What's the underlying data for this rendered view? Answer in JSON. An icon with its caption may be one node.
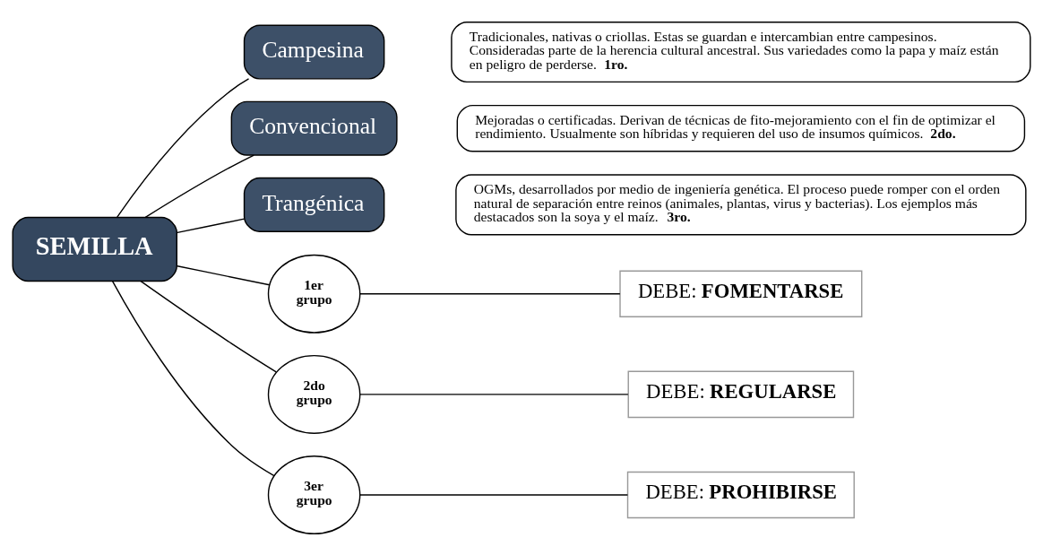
{
  "diagram": {
    "nodes": [
      {
        "text": [
          "SEMILLA"
        ]
      },
      {
        "text": [
          "Campesina"
        ]
      },
      {
        "text": [
          "Convencional"
        ]
      },
      {
        "text": [
          "Trangénica"
        ]
      },
      {
        "text": [
          "Tradicionales, nativas o criollas. Estas se guardan e intercambian entre campesinos. Consideradas parte de la herencia cultural ancestral. Sus variedades como la papa y maíz están en peligro de perderse. **1ro.**"
        ]
      },
      {
        "text": [
          "Mejoradas o certificadas. Derivan de técnicas de fito-mejoramiento con el fin de optimizar el rendimiento. Usualmente son híbridas y requieren del uso de insumos químicos. **2do.**"
        ]
      },
      {
        "text": [
          "OGMs, desarrollados por medio de ingeniería genética. El proceso puede romper con el orden natural de separación entre reinos (animales, plantas, virus y bacterias). Los ejemplos más destacados son la soya y el maíz. **3ro.**"
        ]
      },
      {
        "text": [
          "1er grupo"
        ]
      },
      {
        "text": [
          "2do grupo"
        ]
      },
      {
        "text": [
          "3er grupo"
        ]
      },
      {
        "text": [
          "DEBE: **FOMENTARSE**"
        ]
      },
      {
        "text": [
          "DEBE: **REGULARSE**"
        ]
      },
      {
        "text": [
          "DEBE: **PROHIBIRSE**"
        ]
      }
    ],
    "edges": [
      {
        "from": 0,
        "to": 1,
        "arrow": "none"
      },
      {
        "from": 0,
        "to": 2,
        "arrow": "none"
      },
      {
        "from": 0,
        "to": 3,
        "arrow": "none"
      },
      {
        "from": 0,
        "to": 7,
        "arrow": "none"
      },
      {
        "from": 0,
        "to": 8,
        "arrow": "none"
      },
      {
        "from": 0,
        "to": 9,
        "arrow": "none"
      },
      {
        "from": 7,
        "to": 10,
        "arrow": "none"
      },
      {
        "from": 8,
        "to": 11,
        "arrow": "none"
      },
      {
        "from": 9,
        "to": 12,
        "arrow": "none"
      }
    ]
  }
}
